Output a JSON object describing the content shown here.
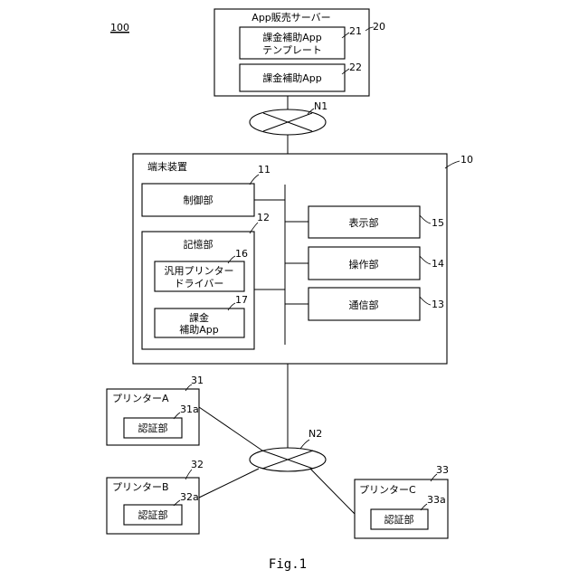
{
  "figure_ref": "100",
  "figure_caption": "Fig.1",
  "app_server": {
    "title": "App販売サーバー",
    "ref": "20"
  },
  "template": {
    "line1": "課金補助App",
    "line2": "テンプレート",
    "ref": "21"
  },
  "server_app": {
    "label": "課金補助App",
    "ref": "22"
  },
  "network1": {
    "label": "N1"
  },
  "terminal": {
    "title": "端末装置",
    "ref": "10"
  },
  "control": {
    "label": "制御部",
    "ref": "11"
  },
  "storage": {
    "title": "記憶部",
    "ref": "12"
  },
  "driver": {
    "line1": "汎用プリンター",
    "line2": "ドライバー",
    "ref": "16"
  },
  "billing_app": {
    "line1": "課金",
    "line2": "補助App",
    "ref": "17"
  },
  "display": {
    "label": "表示部",
    "ref": "15"
  },
  "operation": {
    "label": "操作部",
    "ref": "14"
  },
  "comm": {
    "label": "通信部",
    "ref": "13"
  },
  "network2": {
    "label": "N2"
  },
  "printer_a": {
    "title": "プリンターA",
    "ref": "31",
    "auth_label": "認証部",
    "auth_ref": "31a"
  },
  "printer_b": {
    "title": "プリンターB",
    "ref": "32",
    "auth_label": "認証部",
    "auth_ref": "32a"
  },
  "printer_c": {
    "title": "プリンターC",
    "ref": "33",
    "auth_label": "認証部",
    "auth_ref": "33a"
  }
}
